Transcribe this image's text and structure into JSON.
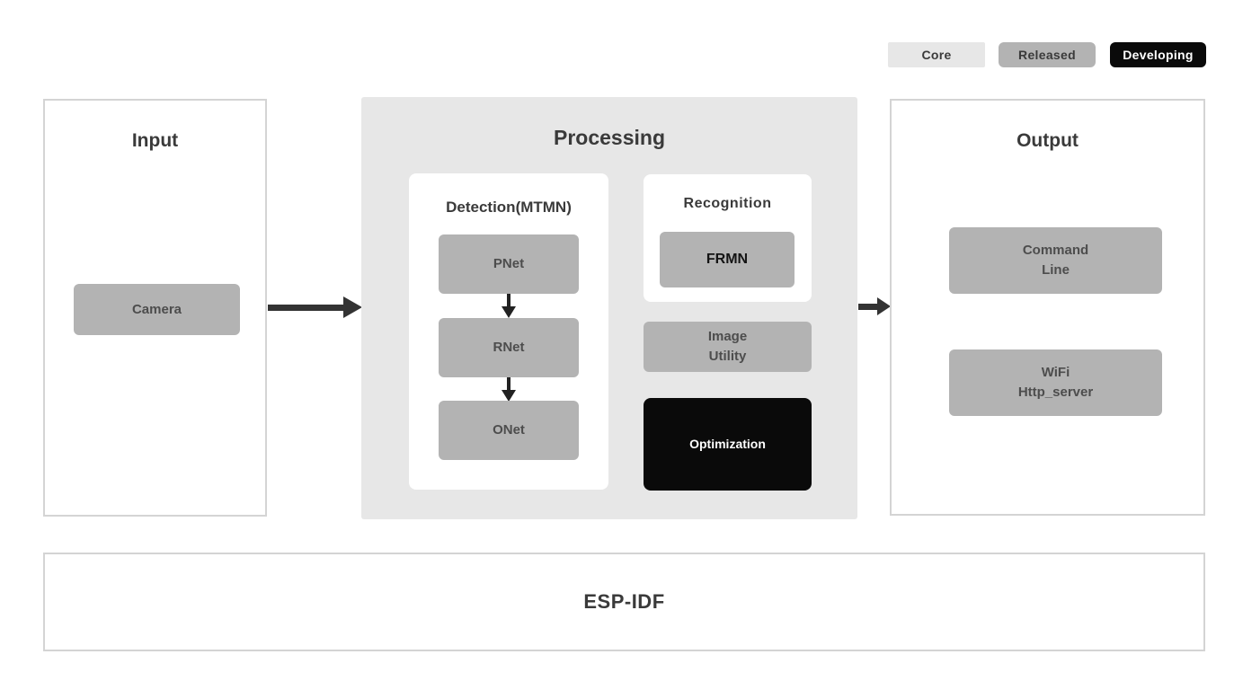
{
  "legend": {
    "core": "Core",
    "released": "Released",
    "developing": "Developing"
  },
  "input": {
    "title": "Input",
    "camera": "Camera"
  },
  "processing": {
    "title": "Processing",
    "detection": {
      "title": "Detection(MTMN)",
      "nodes": [
        "PNet",
        "RNet",
        "ONet"
      ]
    },
    "recognition": {
      "title": "Recognition",
      "node": "FRMN"
    },
    "image_utility": "Image\nUtility",
    "optimization": "Optimization"
  },
  "output": {
    "title": "Output",
    "command_line": "Command\nLine",
    "wifi": "WiFi\nHttp_server"
  },
  "foundation": {
    "title": "ESP-IDF"
  },
  "colors": {
    "core_bg": "#e7e7e7",
    "released_bg": "#b3b3b3",
    "developing_bg": "#0a0a0a",
    "processing_bg": "#e7e7e7",
    "node_bg": "#b3b3b3",
    "panel_border": "#d4d4d4",
    "arrow": "#333333"
  }
}
